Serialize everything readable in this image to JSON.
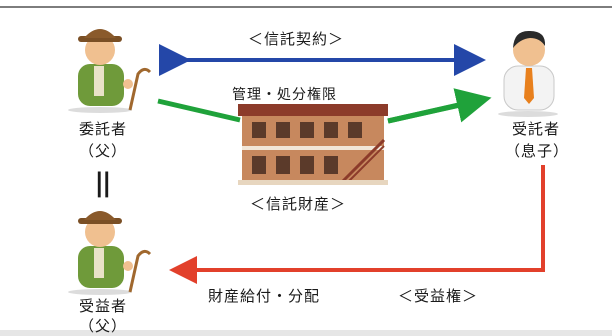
{
  "diagram": {
    "contract_label": "＜信託契約＞",
    "management_label": "管理・処分権限",
    "property_label": "＜信託財産＞",
    "distribution_label": "財産給付・分配",
    "beneficiary_right_label": "＜受益権＞",
    "equality_mark": "||",
    "settlor": {
      "role": "委託者",
      "relation": "（父）"
    },
    "trustee": {
      "role": "受託者",
      "relation": "（息子）"
    },
    "beneficiary": {
      "role": "受益者",
      "relation": "（父）"
    }
  },
  "colors": {
    "contract_arrow": "#2447a8",
    "management_arrow": "#1fa23a",
    "distribution_arrow": "#e2402b",
    "hat": "#8a5a2b",
    "jacket_old": "#6f9a3a",
    "tie": "#e8801d",
    "building": "#c7885e",
    "roof": "#8c3b2a"
  },
  "icons": {
    "settlor": "elderly-man-icon",
    "trustee": "businessman-icon",
    "beneficiary": "elderly-man-icon",
    "property": "building-icon"
  }
}
